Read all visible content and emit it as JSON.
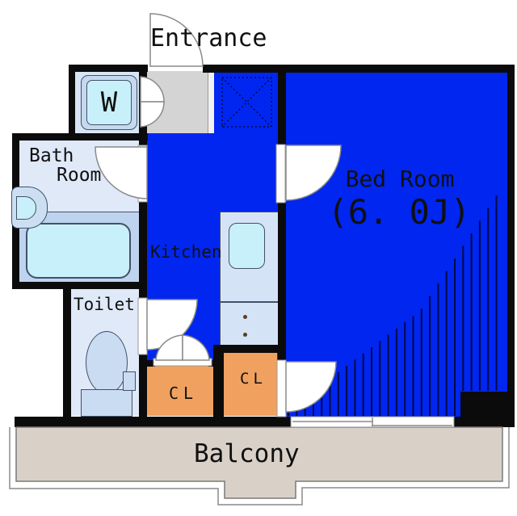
{
  "floorplan": {
    "labels": {
      "entrance": "Entrance",
      "bath_room_line1": "Bath",
      "bath_room_line2": "Room",
      "toilet": "Toilet",
      "kitchen": "Kitchen",
      "bedroom_name": "Bed Room",
      "bedroom_size": "(6. 0J)",
      "closet_left": "CL",
      "closet_right": "CL",
      "washer": "W",
      "balcony": "Balcony"
    },
    "colors": {
      "wall": "#0B0B0B",
      "room_blue": "#0126F0",
      "hatch_blue": "#000A46",
      "closet_orange": "#F0A15F",
      "wet_floor": "#DFE9F8",
      "fixture_blue": "#C9DCF2",
      "tub_surround": "#BED4EE",
      "pale_cyan": "#C8F0FA",
      "counter_blue": "#D4E3F5",
      "entrance_gray": "#D4D4D4",
      "balcony_tan": "#D9D0C8",
      "door_outline": "#8A8A8A"
    }
  }
}
